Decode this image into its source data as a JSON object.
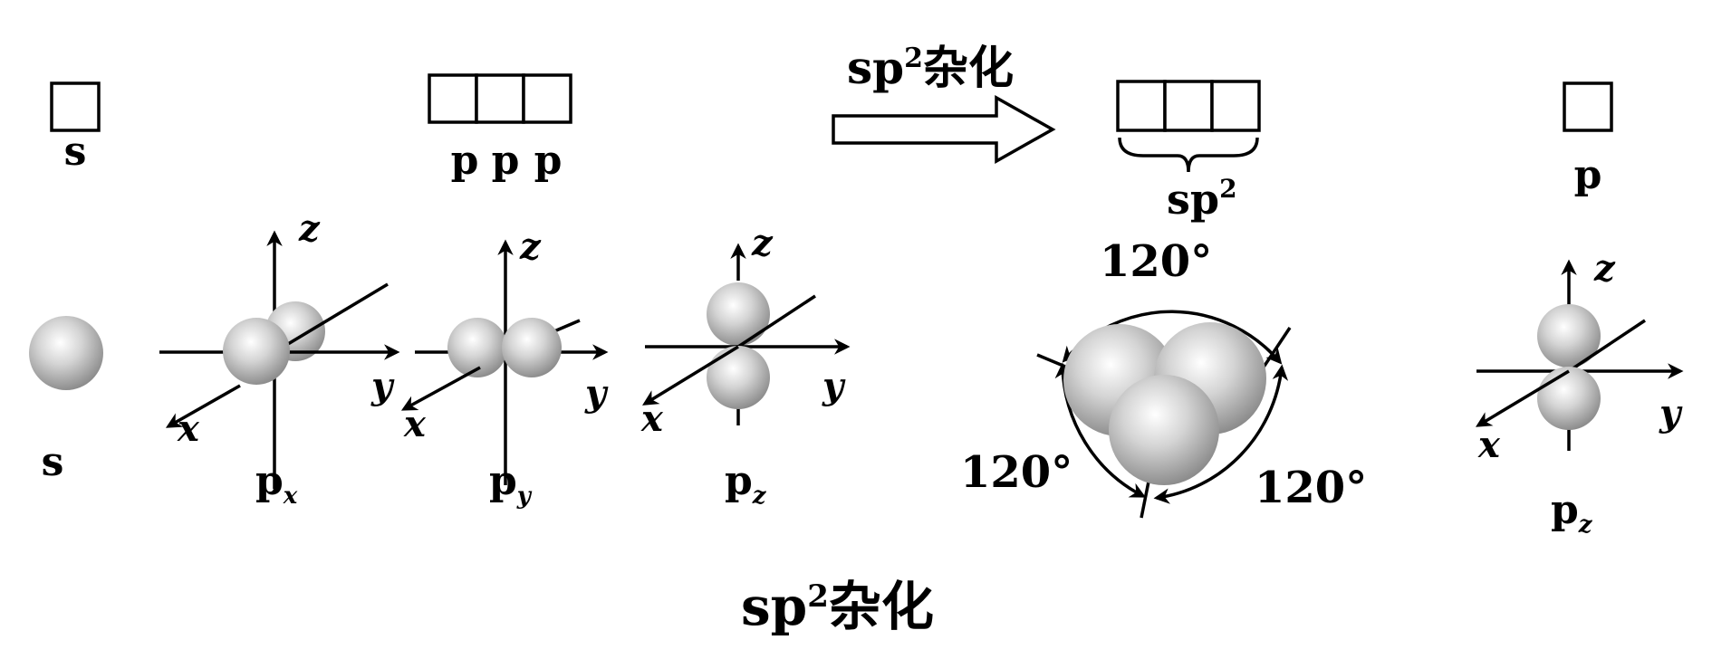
{
  "top_row": {
    "s_label": "s",
    "p_labels": [
      "p",
      "p",
      "p"
    ],
    "arrow_label_base": "sp",
    "arrow_label_sup": "2",
    "arrow_label_tail": "杂化",
    "sp2_base": "sp",
    "sp2_sup": "2",
    "p_right_label": "p"
  },
  "orbitals": {
    "s_label": "s",
    "px": {
      "base": "p",
      "sub": "x"
    },
    "py": {
      "base": "p",
      "sub": "y"
    },
    "pz": {
      "base": "p",
      "sub": "z"
    },
    "pz_right": {
      "base": "p",
      "sub": "z"
    },
    "axis_x": "x",
    "axis_y": "y",
    "axis_z": "z"
  },
  "hybrid": {
    "angle_top": "120°",
    "angle_left": "120°",
    "angle_right": "120°"
  },
  "caption": {
    "base": "sp",
    "sup": "2",
    "tail": "杂化"
  }
}
